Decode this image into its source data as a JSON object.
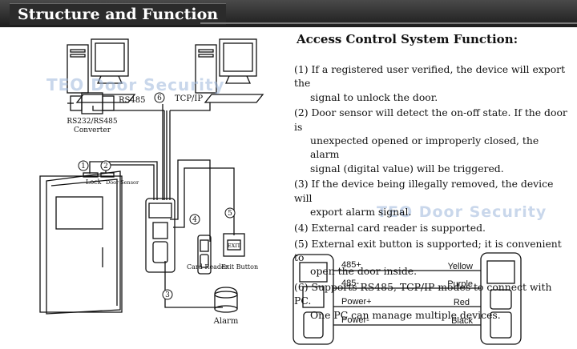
{
  "header": {
    "title": "Structure and Function"
  },
  "watermark": "TEO Door Security",
  "diagram": {
    "converter_label_line1": "RS232/RS485",
    "converter_label_line2": "Converter",
    "rs485_label": "RS485",
    "tcpip_label": "TCP/IP",
    "lock_label": "Lock",
    "door_sensor_label": "Door Sensor",
    "card_reader_label": "Card  Reader",
    "exit_button_label": "Exit Button",
    "exit_text": "EXIT",
    "alarm_label": "Alarm",
    "markers": [
      "1",
      "2",
      "3",
      "4",
      "5",
      "6"
    ]
  },
  "functions": {
    "title": "Access Control System Function:",
    "items": [
      {
        "line1": "(1) If a registered user verified, the device will export the",
        "line2": "signal to unlock the door."
      },
      {
        "line1": "(2) Door sensor will detect the on-off state. If the door is",
        "line2": "unexpected  opened or improperly closed, the alarm",
        "line3": "signal (digital value) will be triggered."
      },
      {
        "line1": "(3) If the device being illegally removed, the device will",
        "line2": "export alarm signal."
      },
      {
        "line1": "(4) External card reader is supported."
      },
      {
        "line1": "(5) External exit button is supported; it is convenient to",
        "line2": "open the door inside."
      },
      {
        "line1": "(6) Supports RS485, TCP/IP modes to connect with PC.",
        "line2": "One PC can manage multiple devices."
      }
    ]
  },
  "wiring": {
    "rows": [
      {
        "signal": "485+",
        "color": "Yellow"
      },
      {
        "signal": "485-",
        "color": "Purple"
      },
      {
        "signal": "Power+",
        "color": "Red"
      },
      {
        "signal": "Power-",
        "color": "Black"
      }
    ]
  }
}
